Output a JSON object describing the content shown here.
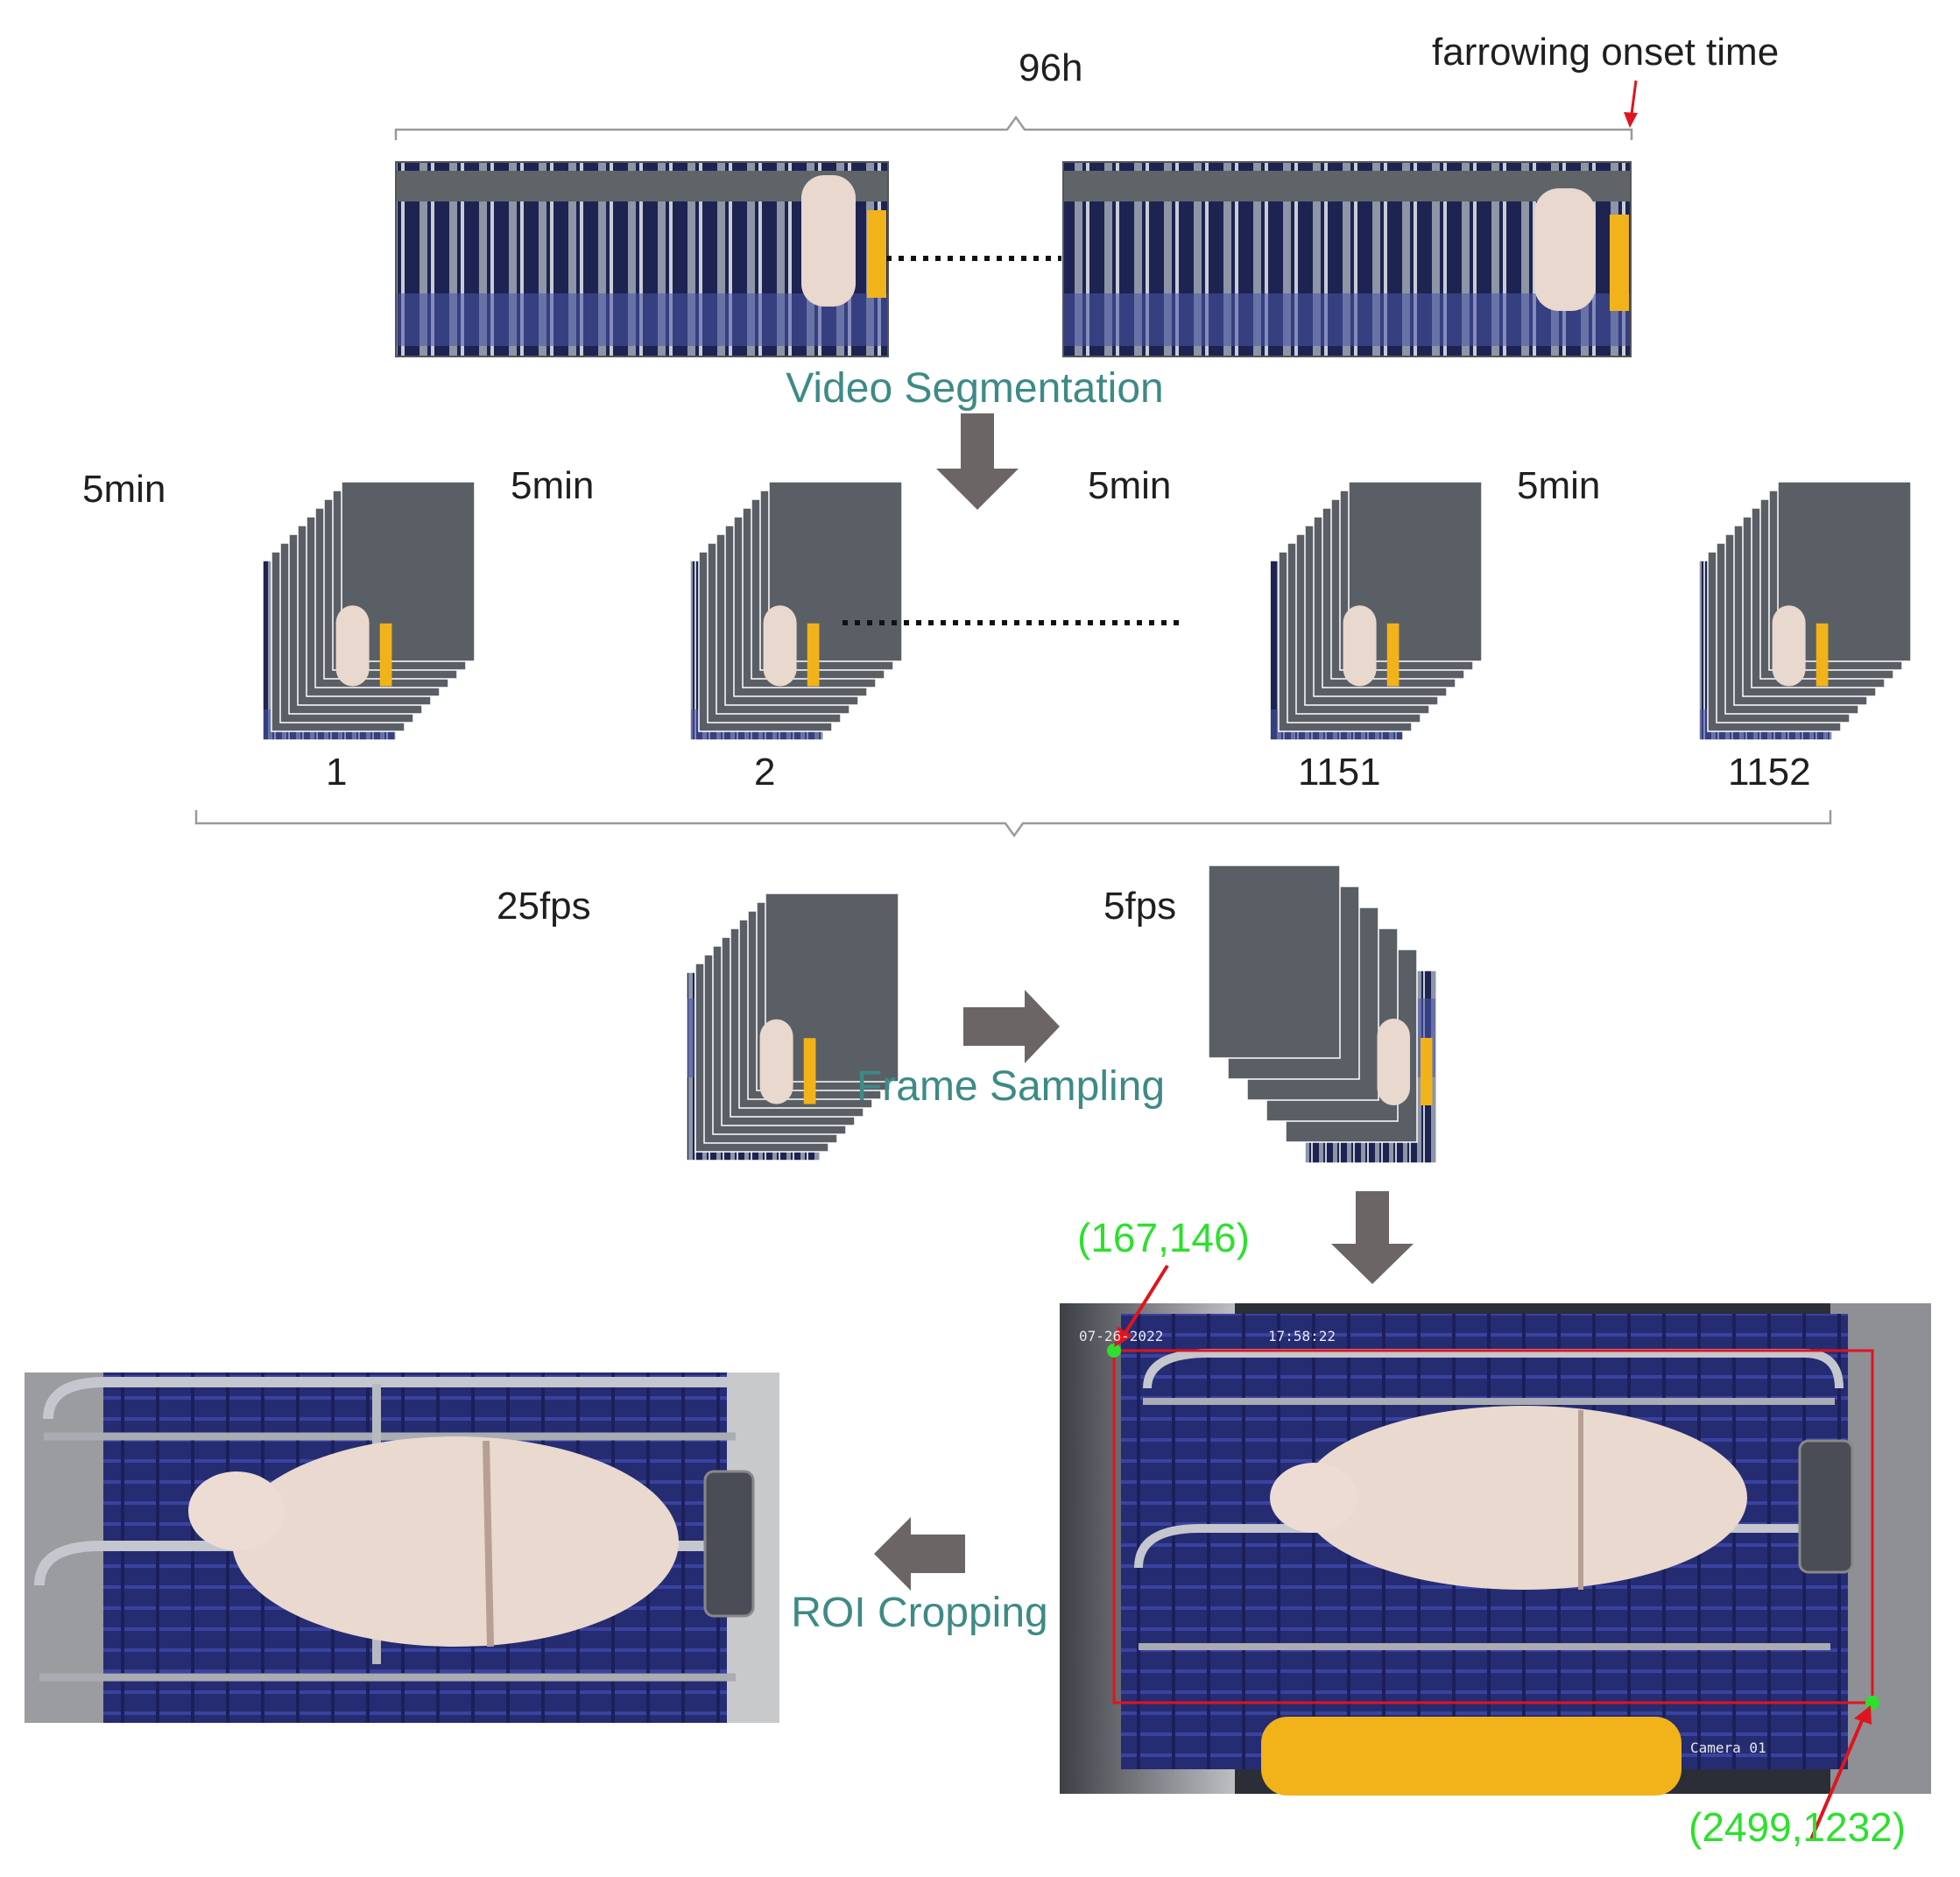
{
  "labels": {
    "duration": "96h",
    "onset": "farrowing onset time",
    "video_segmentation": "Video Segmentation",
    "frame_sampling": "Frame Sampling",
    "roi_cropping": "ROI Cropping"
  },
  "clips": [
    {
      "length": "5min",
      "index": "1"
    },
    {
      "length": "5min",
      "index": "2"
    },
    {
      "length": "5min",
      "index": "1151"
    },
    {
      "length": "5min",
      "index": "1152"
    }
  ],
  "sampling": {
    "input_rate": "25fps",
    "output_rate": "5fps"
  },
  "roi": {
    "top_left": "(167,146)",
    "bottom_right": "(2499,1232)",
    "frame_date": "07-26-2022",
    "frame_time": "17:58:22",
    "camera_label": "Camera 01"
  },
  "colors": {
    "text": "#1f1f1f",
    "teal": "#3d8a86",
    "green": "#2ee02e",
    "red_arrow": "#e0141e",
    "gray_arrow": "#6b6566",
    "floor_blue": "#2a2f78",
    "sow": "#e9d9cf",
    "rail": "#b9bcc2",
    "feeder_yellow": "#f2b21a"
  }
}
